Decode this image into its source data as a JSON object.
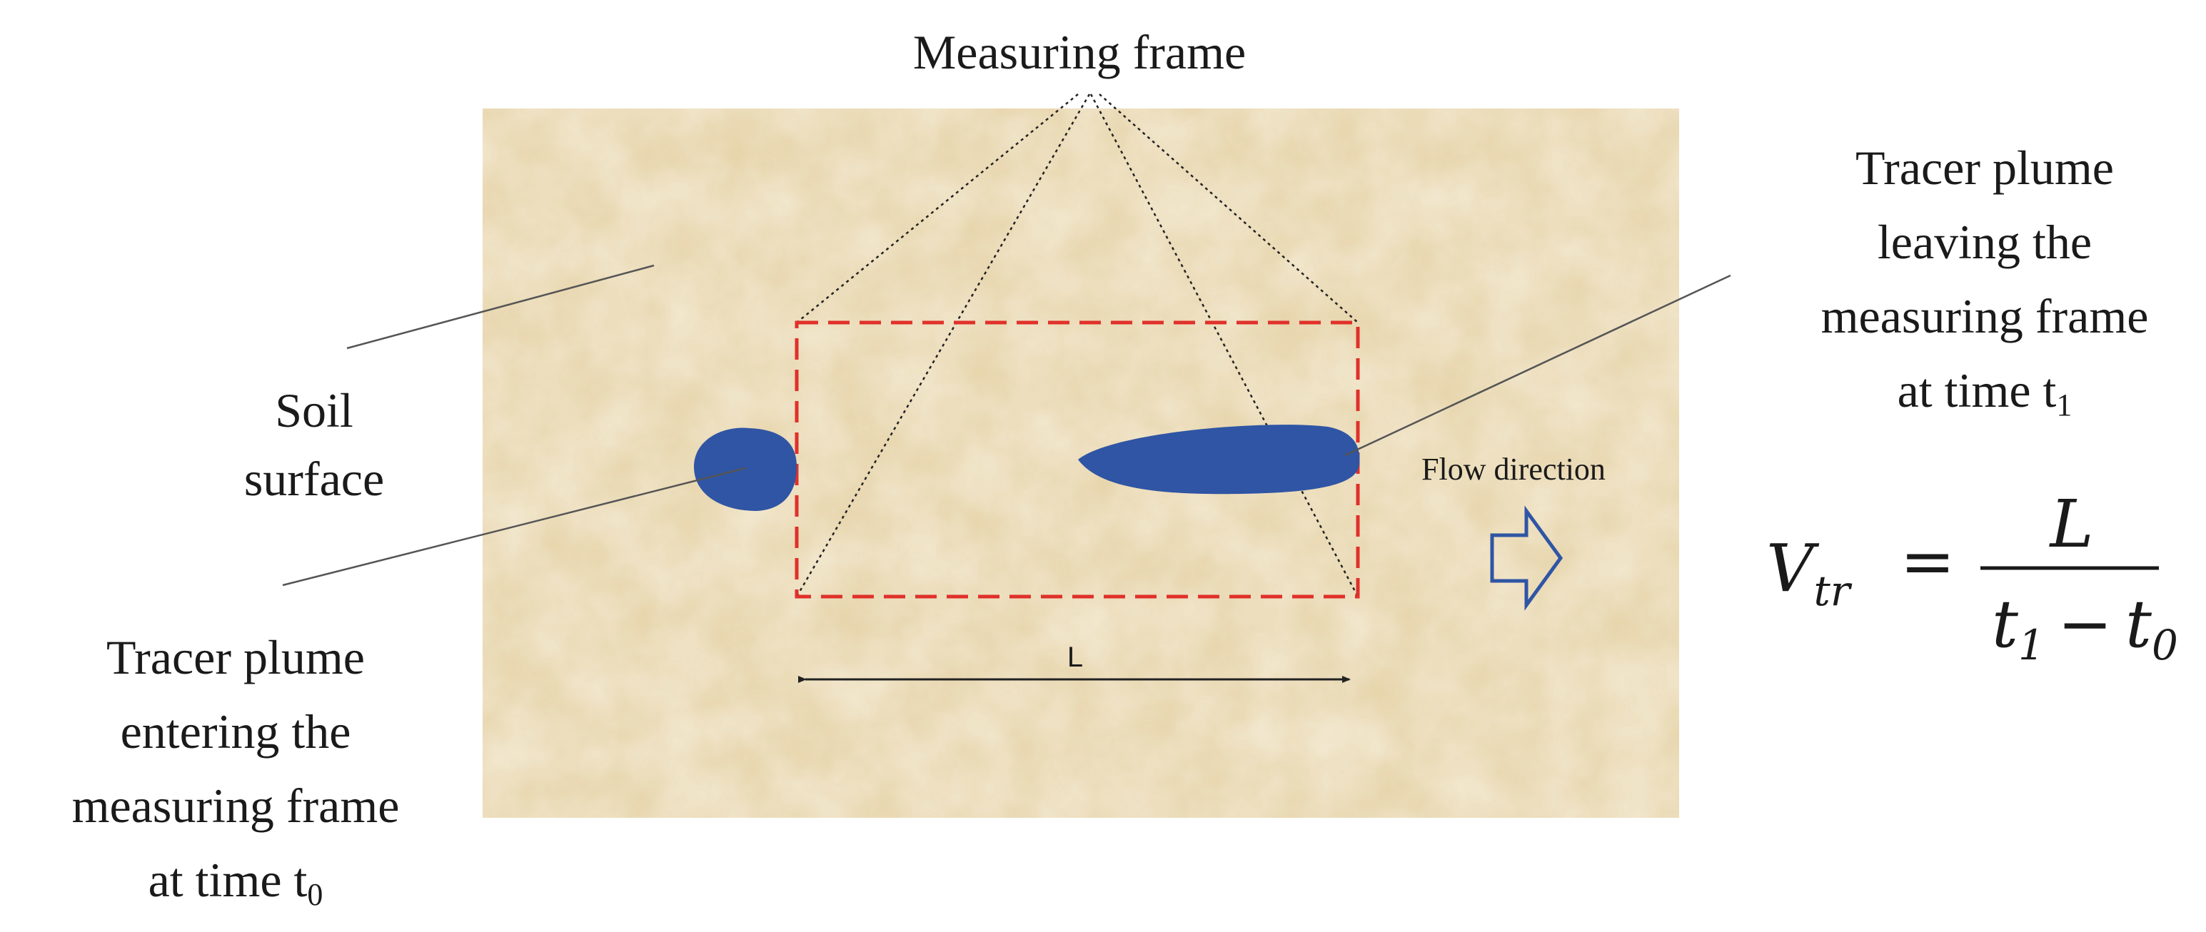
{
  "labels": {
    "measuring_frame": "Measuring frame",
    "soil_surface": [
      "Soil",
      "surface"
    ],
    "plume_leaving": [
      "Tracer plume",
      "leaving the",
      "measuring frame",
      "at time t"
    ],
    "plume_leaving_sub": "1",
    "plume_entering": [
      "Tracer plume",
      "entering the",
      "measuring frame",
      "at time t"
    ],
    "plume_entering_sub": "0",
    "flow_direction": "Flow direction",
    "length": "L"
  },
  "equation": {
    "lhs": "V",
    "lhs_sub": "tr",
    "equals": "=",
    "numerator": "L",
    "den_t1": "t",
    "den_t1_sub": "1",
    "minus": "−",
    "den_t0": "t",
    "den_t0_sub": "0"
  },
  "colors": {
    "soil": "#e8d6ae",
    "plume": "#2f55a4",
    "frame": "#e0302a",
    "arrow": "#2f55a4",
    "guide": "#222222"
  }
}
